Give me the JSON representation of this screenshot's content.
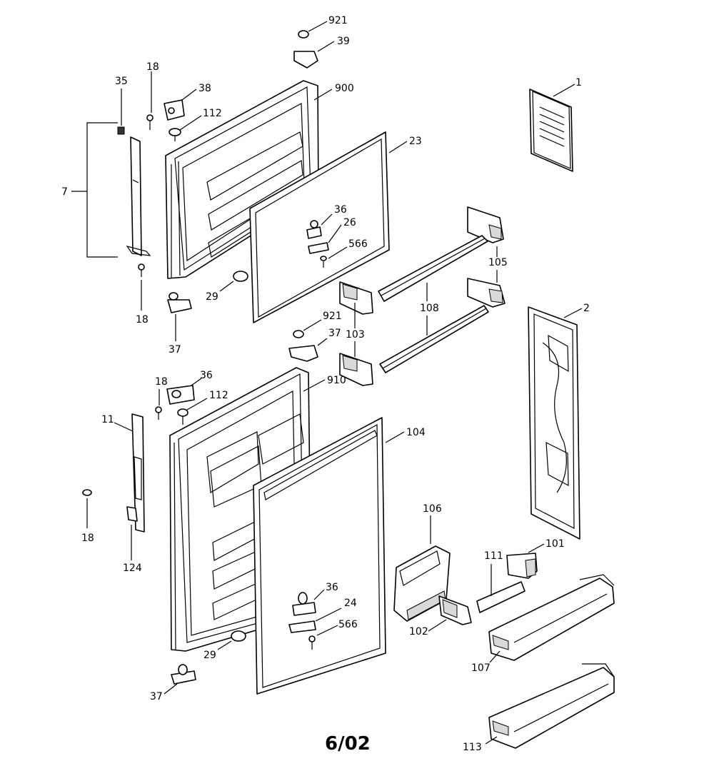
{
  "diagram": {
    "footer_date": "6/02",
    "labels": {
      "p921a": "921",
      "p39": "39",
      "p18a": "18",
      "p35": "35",
      "p38": "38",
      "p900": "900",
      "p112a": "112",
      "p1": "1",
      "p23": "23",
      "p7": "7",
      "p36a": "36",
      "p26": "26",
      "p566a": "566",
      "p105": "105",
      "p29a": "29",
      "p18b": "18",
      "p108": "108",
      "p2": "2",
      "p921b": "921",
      "p37a": "37",
      "p103": "103",
      "p37b": "37",
      "p36b": "36",
      "p18c": "18",
      "p910": "910",
      "p112b": "112",
      "p11": "11",
      "p104": "104",
      "p18d": "18",
      "p106": "106",
      "p101": "101",
      "p111": "111",
      "p124": "124",
      "p36c": "36",
      "p24": "24",
      "p566b": "566",
      "p102": "102",
      "p29b": "29",
      "p107": "107",
      "p37c": "37",
      "p113": "113"
    }
  }
}
